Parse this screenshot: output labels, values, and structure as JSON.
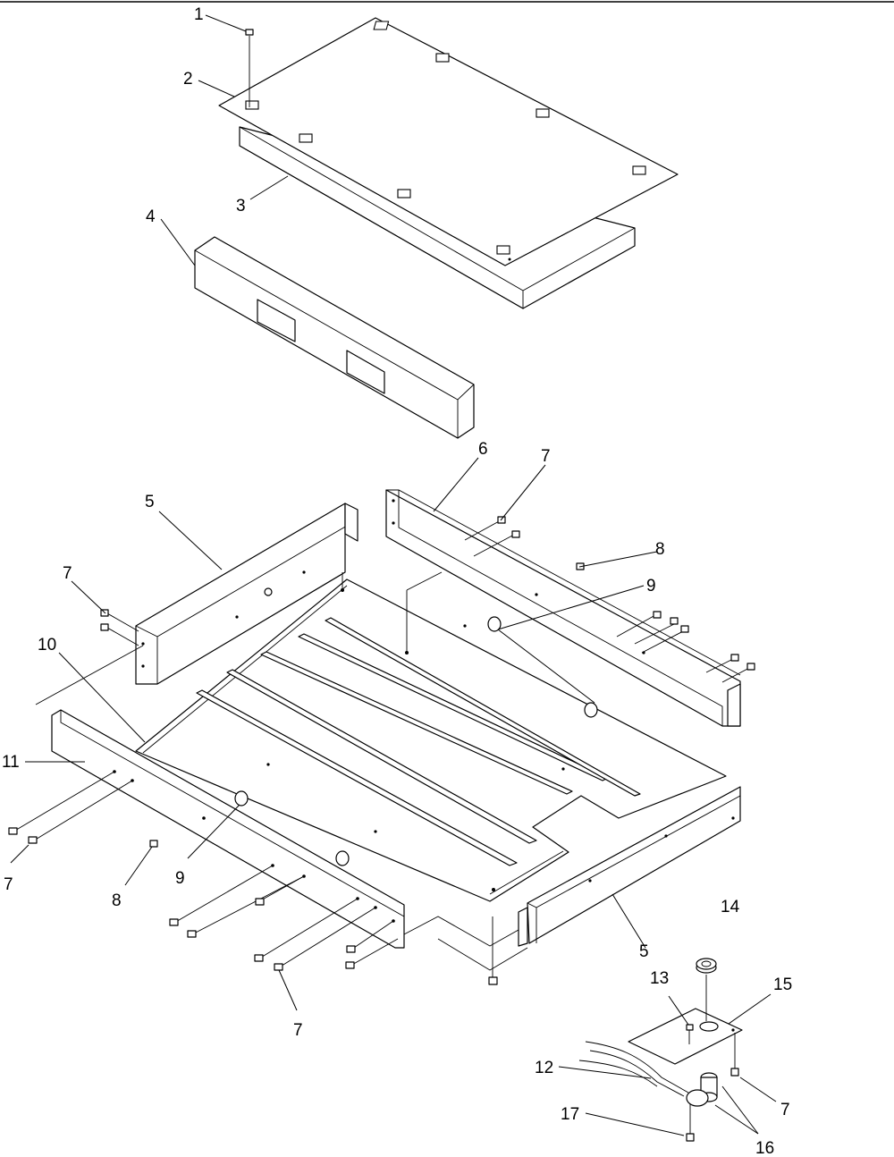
{
  "callouts": [
    {
      "id": "c1",
      "label": "1"
    },
    {
      "id": "c2",
      "label": "2"
    },
    {
      "id": "c3",
      "label": "3"
    },
    {
      "id": "c4",
      "label": "4"
    },
    {
      "id": "c5a",
      "label": "5"
    },
    {
      "id": "c5b",
      "label": "5"
    },
    {
      "id": "c6",
      "label": "6"
    },
    {
      "id": "c7a",
      "label": "7"
    },
    {
      "id": "c7b",
      "label": "7"
    },
    {
      "id": "c7c",
      "label": "7"
    },
    {
      "id": "c7d",
      "label": "7"
    },
    {
      "id": "c7e",
      "label": "7"
    },
    {
      "id": "c8a",
      "label": "8"
    },
    {
      "id": "c8b",
      "label": "8"
    },
    {
      "id": "c9a",
      "label": "9"
    },
    {
      "id": "c9b",
      "label": "9"
    },
    {
      "id": "c10",
      "label": "10"
    },
    {
      "id": "c11",
      "label": "11"
    },
    {
      "id": "c12",
      "label": "12"
    },
    {
      "id": "c13",
      "label": "13"
    },
    {
      "id": "c14",
      "label": "14"
    },
    {
      "id": "c15",
      "label": "15"
    },
    {
      "id": "c16",
      "label": "16"
    },
    {
      "id": "c17",
      "label": "17"
    }
  ],
  "icons": {
    "screw": "screw-icon",
    "clip": "cable-clip-icon",
    "grommet": "grommet-icon",
    "nut": "nut-icon"
  }
}
